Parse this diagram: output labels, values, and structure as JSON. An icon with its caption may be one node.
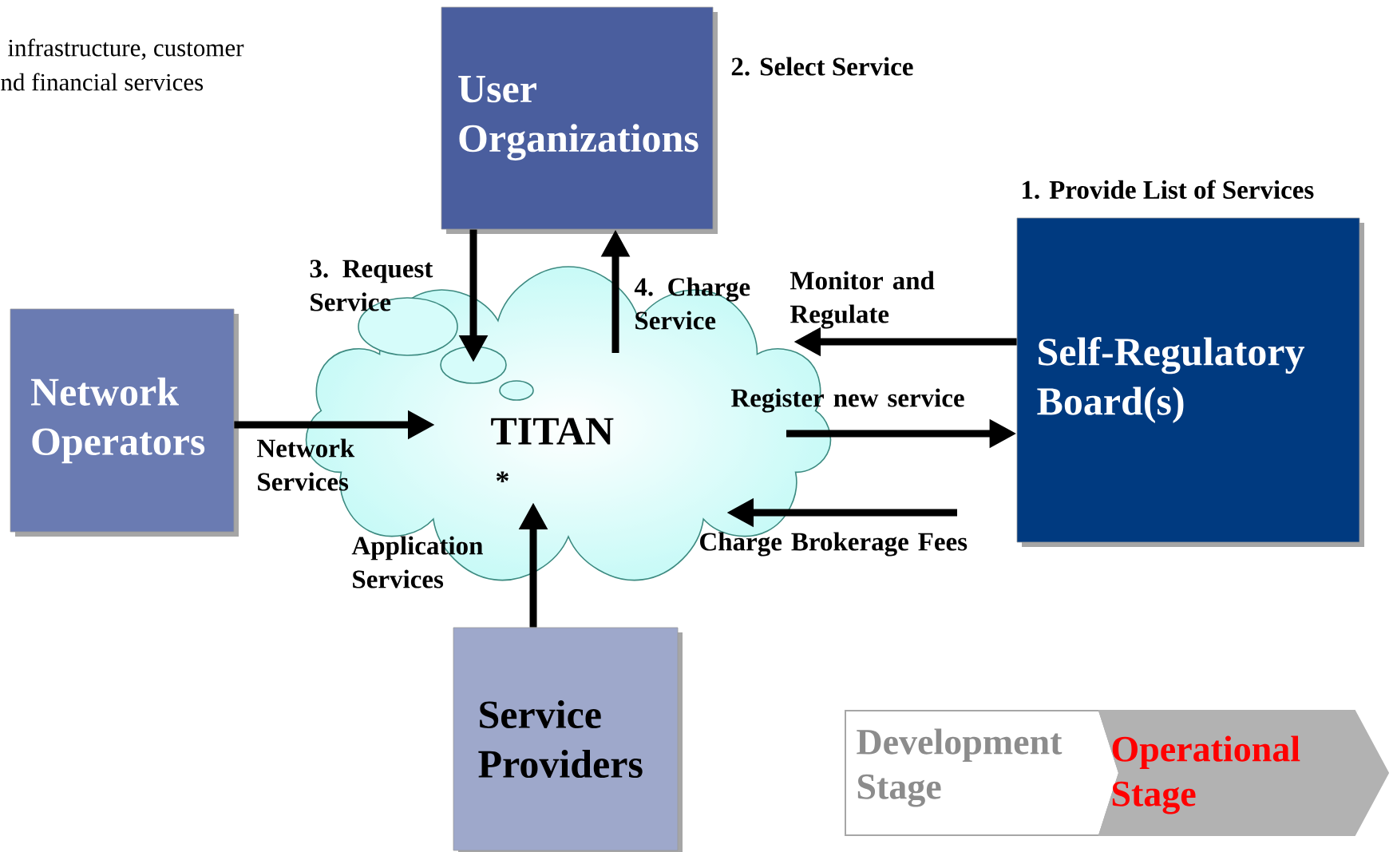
{
  "diagram": {
    "nodes": [
      {
        "text": [
          "User Organizations"
        ],
        "beside": [
          "2. Select Service"
        ]
      },
      {
        "text": [
          "Self-Regulatory Board(s)"
        ],
        "beside": [
          "1. Provide List of Services"
        ]
      },
      {
        "text": [
          "Network Operators"
        ]
      },
      {
        "text": [
          "Service Providers"
        ]
      },
      {
        "text": [
          "TITAN",
          "*"
        ]
      },
      {
        "text": [
          "Development Stage"
        ]
      },
      {
        "text": [
          "Operational Stage"
        ]
      }
    ],
    "edges": [
      {
        "from": 0,
        "to": 4,
        "arrow": "to",
        "label": "3. Request Service"
      },
      {
        "from": 4,
        "to": 0,
        "arrow": "to",
        "label": "4. Charge Service"
      },
      {
        "from": 1,
        "to": 4,
        "arrow": "to",
        "label": "Monitor and Regulate"
      },
      {
        "from": 4,
        "to": 1,
        "arrow": "to",
        "label": "Register new service"
      },
      {
        "from": null,
        "to": 4,
        "arrow": "to",
        "label": "Charge Brokerage Fees"
      },
      {
        "from": 2,
        "to": 4,
        "arrow": "to",
        "label": "Network Services"
      },
      {
        "from": 3,
        "to": 4,
        "arrow": "to",
        "label": "Application Services"
      }
    ],
    "labels": [
      "infrastructure, customer",
      "nd financial services"
    ]
  }
}
